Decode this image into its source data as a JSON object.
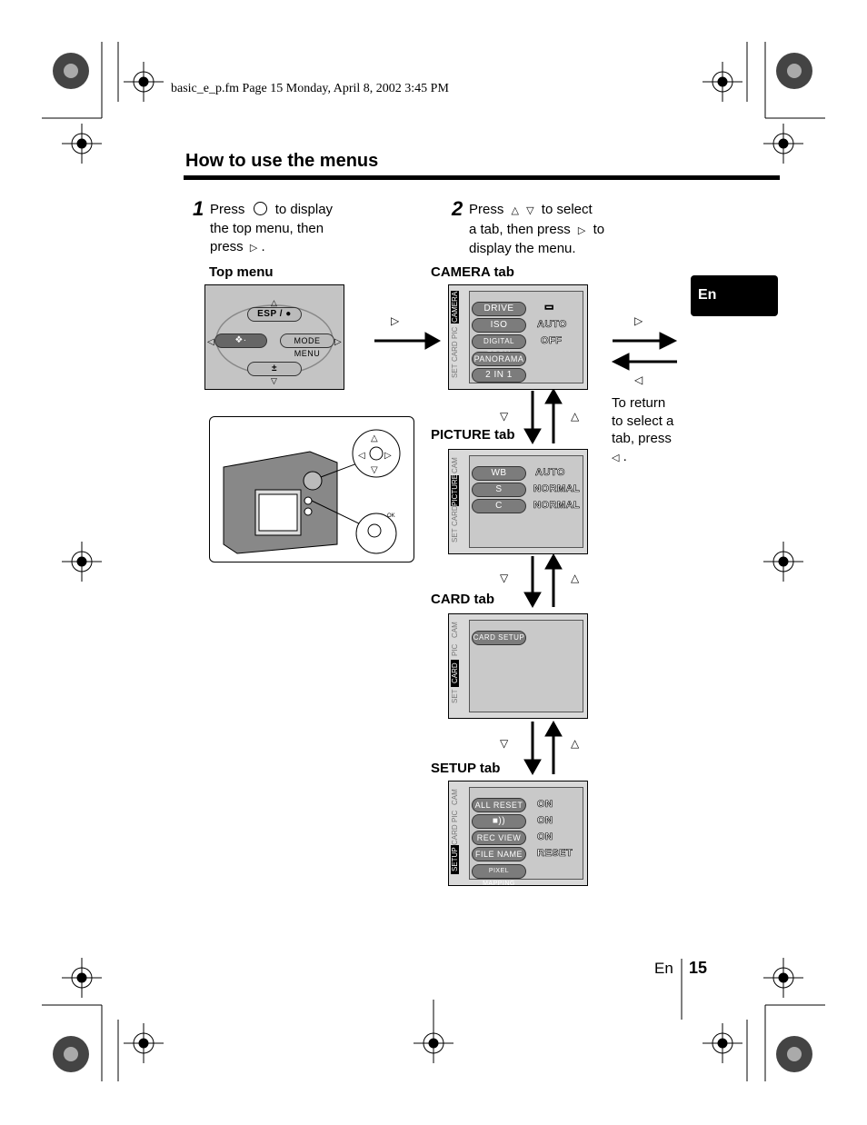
{
  "header": {
    "file_line": "basic_e_p.fm  Page 15  Monday, April 8, 2002  3:45 PM"
  },
  "title": "How to use the menus",
  "side_tab": "En",
  "step1": {
    "num": "1",
    "line1_a": "Press",
    "line1_b": "to display",
    "line2": "the top menu, then",
    "line3": "press"
  },
  "step2": {
    "num": "2",
    "line1_a": "Press",
    "line1_b": "to select",
    "line2_a": "a tab, then press",
    "line2_b": "to",
    "line3": "display the menu."
  },
  "labels": {
    "top_menu": "Top menu",
    "camera_tab": "CAMERA tab",
    "picture_tab": "PICTURE tab",
    "card_tab": "CARD tab",
    "setup_tab": "SETUP tab"
  },
  "return_note": {
    "l1": "To return",
    "l2": "to select a",
    "l3": "tab, press",
    "l4": "."
  },
  "top_menu": {
    "esp": "ESP / ●",
    "mode_menu": "MODE MENU",
    "ev": "±"
  },
  "camera_screen": {
    "side": [
      "CAMERA",
      "PIC",
      "CARD",
      "SET"
    ],
    "items": [
      {
        "label": "DRIVE",
        "value": "▭"
      },
      {
        "label": "ISO",
        "value": "AUTO"
      },
      {
        "label": "DIGITAL ZOOM",
        "value": "OFF"
      },
      {
        "label": "PANORAMA",
        "value": ""
      },
      {
        "label": "2 IN 1",
        "value": ""
      }
    ]
  },
  "picture_screen": {
    "side": [
      "CAM",
      "PICTURE",
      "CARD",
      "SET"
    ],
    "items": [
      {
        "label": "WB",
        "value": "AUTO"
      },
      {
        "label": "S",
        "value": "NORMAL"
      },
      {
        "label": "C",
        "value": "NORMAL"
      }
    ]
  },
  "card_screen": {
    "side": [
      "CAM",
      "PIC",
      "CARD",
      "SET"
    ],
    "items": [
      {
        "label": "CARD SETUP",
        "value": ""
      }
    ]
  },
  "setup_screen": {
    "side": [
      "CAM",
      "PIC",
      "CARD",
      "SETUP"
    ],
    "items": [
      {
        "label": "ALL RESET",
        "value": "ON"
      },
      {
        "label": "■))",
        "value": "ON"
      },
      {
        "label": "REC VIEW",
        "value": "ON"
      },
      {
        "label": "FILE NAME",
        "value": "RESET"
      },
      {
        "label": "PIXEL MAPPING",
        "value": ""
      }
    ]
  },
  "footer": {
    "en": "En",
    "page": "15"
  },
  "colors": {
    "ink": "#000000",
    "screen_bg": "#c9c9c9",
    "pill": "#7c7c7c"
  }
}
